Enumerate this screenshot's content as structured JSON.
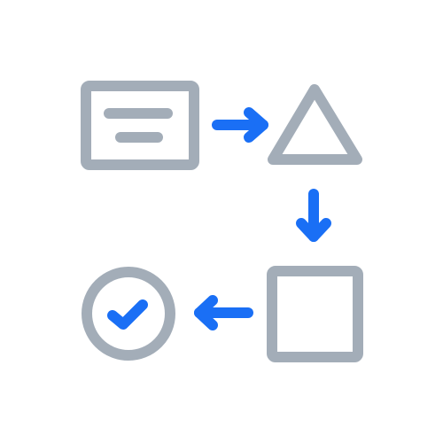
{
  "colors": {
    "background": "#ffffff",
    "outline": "#a3adb8",
    "accent": "#1a6ff5"
  },
  "diagram": {
    "type": "process-flow",
    "nodes": [
      {
        "name": "document-icon",
        "shape": "rectangle-with-text-lines"
      },
      {
        "name": "triangle-icon",
        "shape": "triangle"
      },
      {
        "name": "square-icon",
        "shape": "square"
      },
      {
        "name": "check-circle-icon",
        "shape": "circle-with-checkmark"
      }
    ],
    "edges": [
      {
        "name": "arrow-right-icon",
        "from": "document-icon",
        "to": "triangle-icon",
        "direction": "right"
      },
      {
        "name": "arrow-down-icon",
        "from": "triangle-icon",
        "to": "square-icon",
        "direction": "down"
      },
      {
        "name": "arrow-left-icon",
        "from": "square-icon",
        "to": "check-circle-icon",
        "direction": "left"
      }
    ]
  }
}
